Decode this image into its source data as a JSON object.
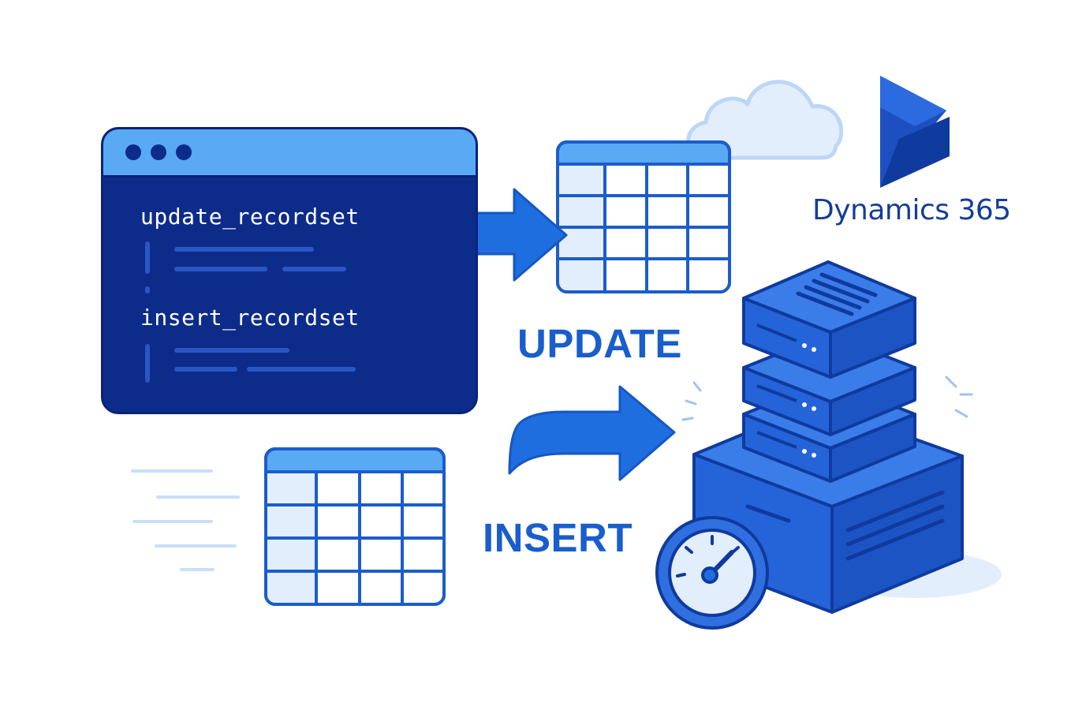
{
  "code_window": {
    "line_1": "update_recordset",
    "line_2": "insert_recordset"
  },
  "labels": {
    "update": "UPDATE",
    "insert": "INSERT"
  },
  "brand": {
    "name": "Dynamics 365"
  },
  "colors": {
    "primary_blue": "#1a5dcc",
    "dark_navy": "#0d2c8a",
    "light_blue": "#5aa9f5",
    "pale_blue": "#e3eefc"
  },
  "icons": [
    "window-dots",
    "table-icon",
    "arrow-icon",
    "cloud-icon",
    "server-stack-icon",
    "speedometer-icon",
    "dynamics-logo-icon"
  ]
}
